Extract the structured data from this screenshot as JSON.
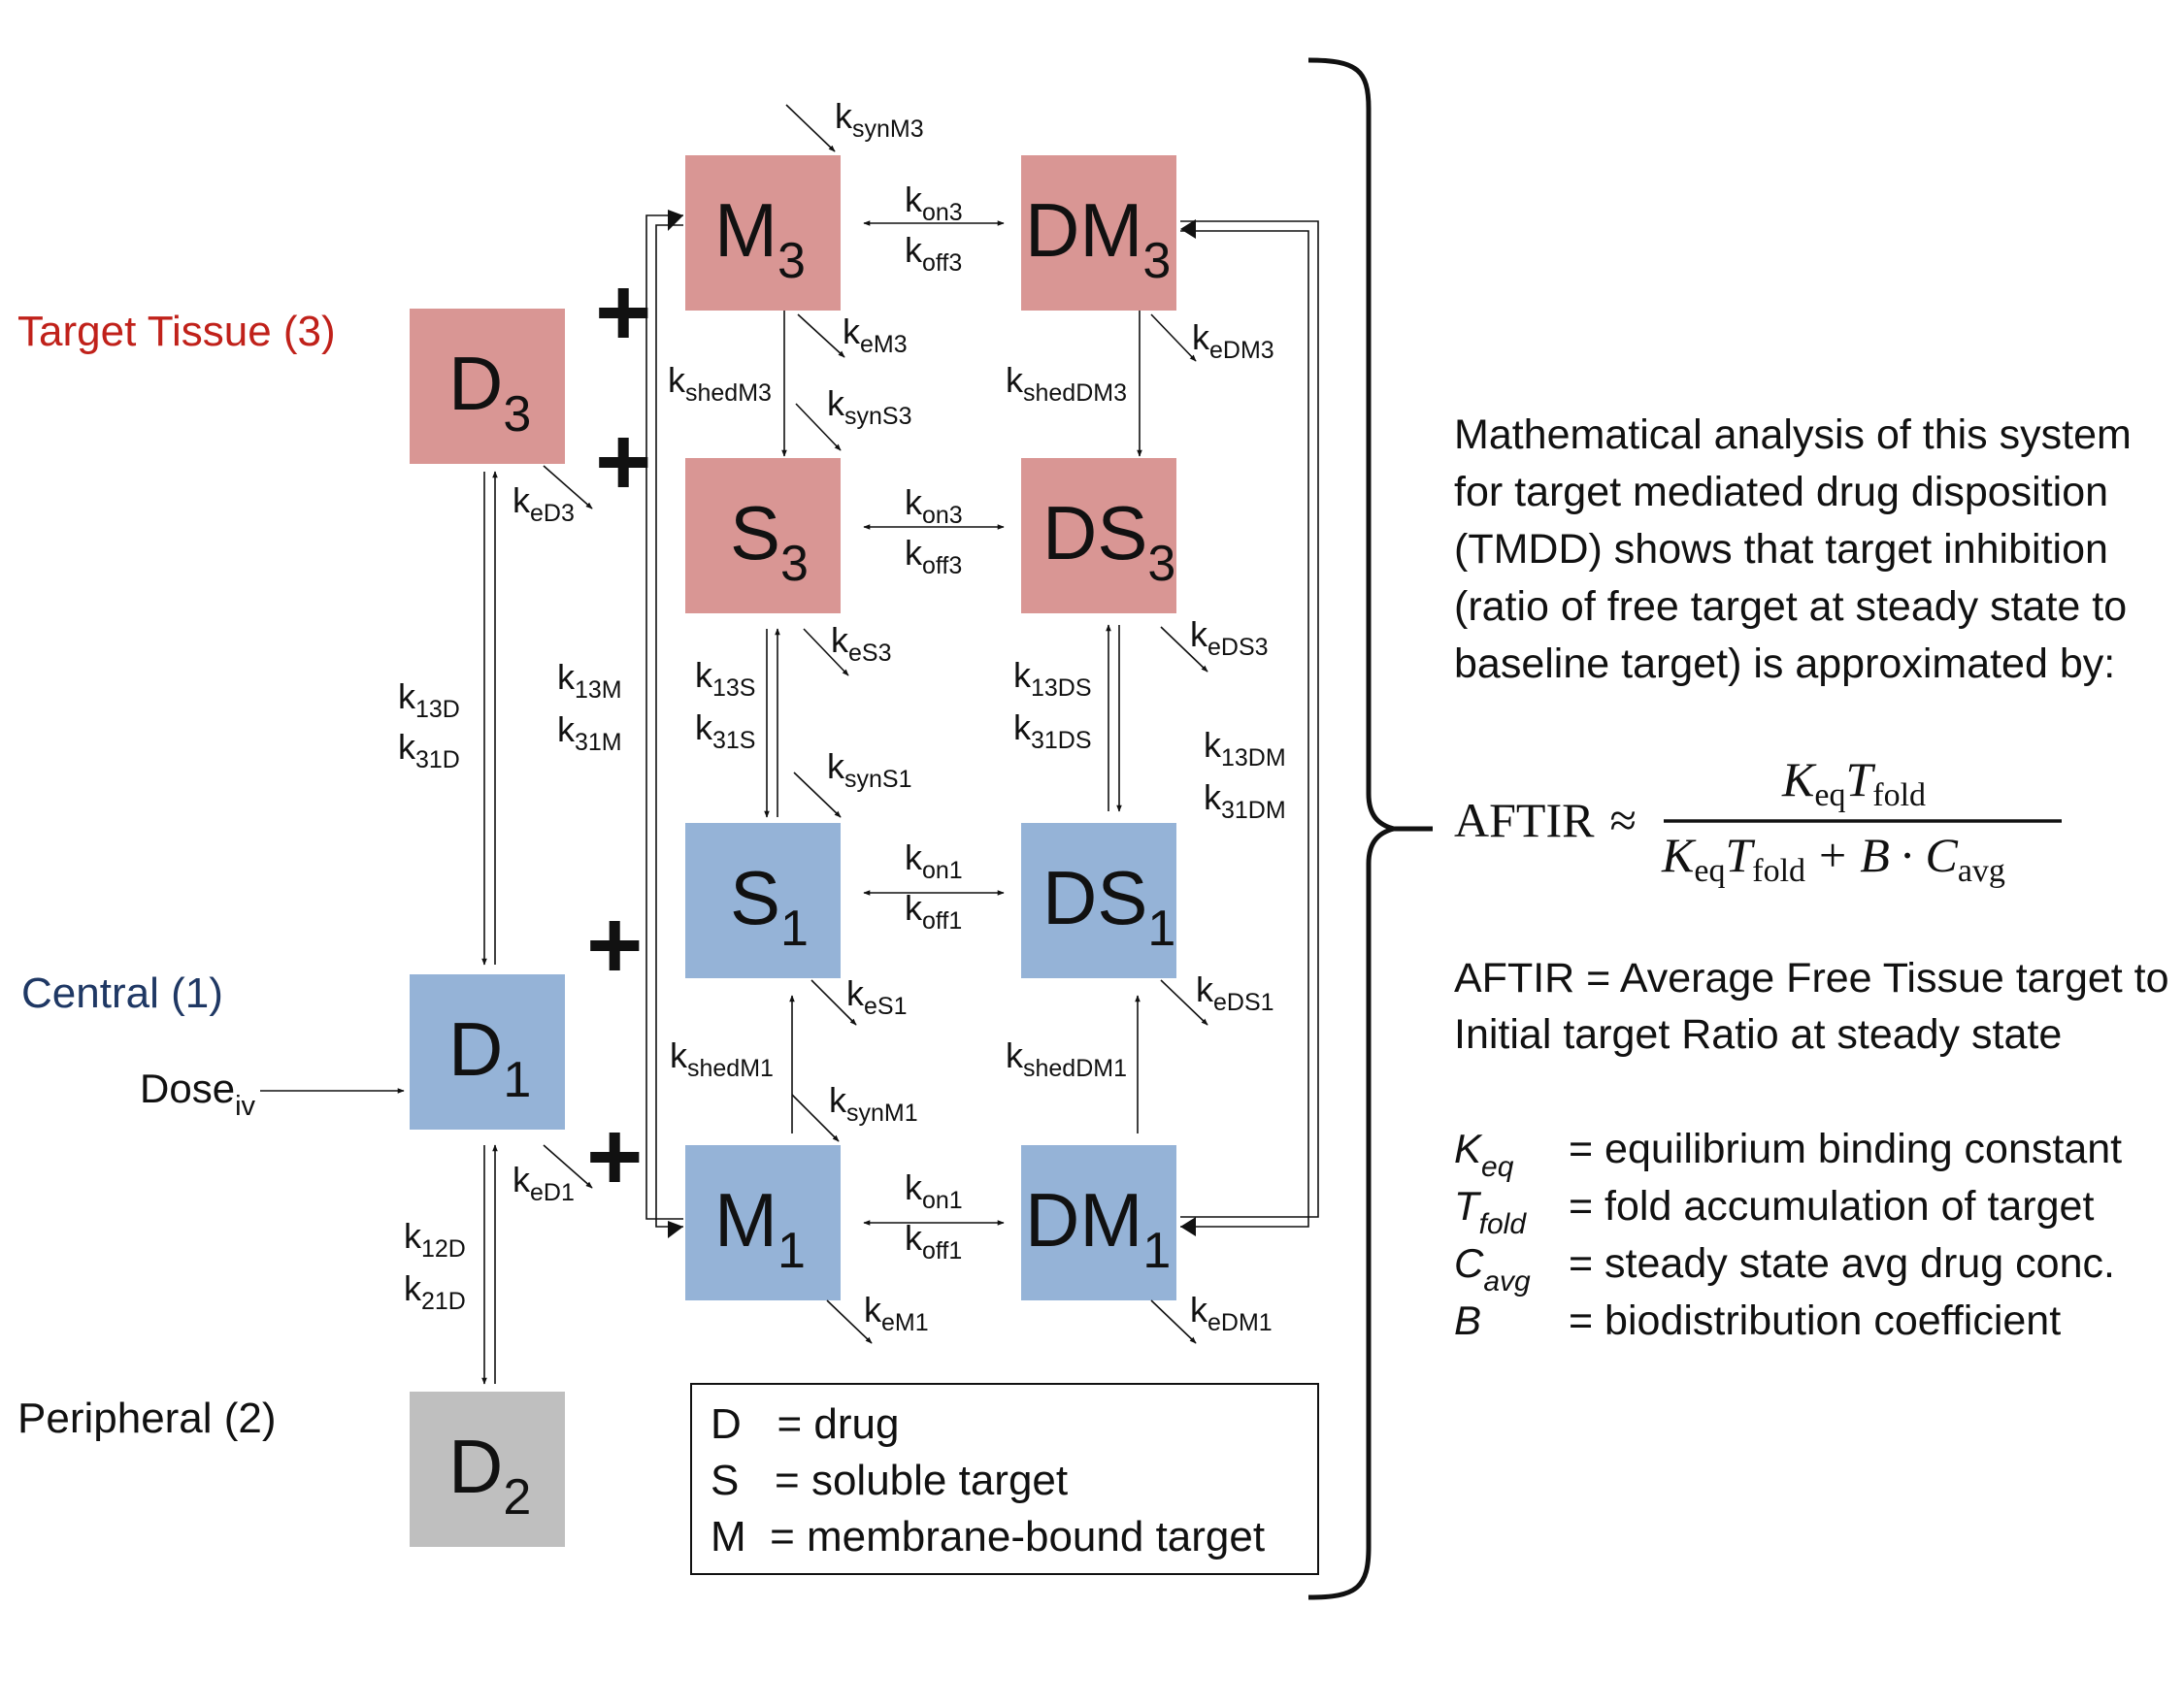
{
  "colors": {
    "tissue": "#d99694",
    "central": "#95b3d7",
    "peripheral": "#bfbfbf",
    "tissue_label": "#c0211a",
    "central_label": "#1f3864"
  },
  "regions": {
    "target_tissue": "Target Tissue (3)",
    "central": "Central (1)",
    "peripheral": "Peripheral (2)"
  },
  "dose": {
    "main": "Dose",
    "sub": "iv"
  },
  "plus_sign": "+",
  "boxes": {
    "D3": {
      "main": "D",
      "sub": "3"
    },
    "D1": {
      "main": "D",
      "sub": "1"
    },
    "D2": {
      "main": "D",
      "sub": "2"
    },
    "M3": {
      "main": "M",
      "sub": "3"
    },
    "DM3": {
      "main": "DM",
      "sub": "3"
    },
    "S3": {
      "main": "S",
      "sub": "3"
    },
    "DS3": {
      "main": "DS",
      "sub": "3"
    },
    "S1": {
      "main": "S",
      "sub": "1"
    },
    "DS1": {
      "main": "DS",
      "sub": "1"
    },
    "M1": {
      "main": "M",
      "sub": "1"
    },
    "DM1": {
      "main": "DM",
      "sub": "1"
    }
  },
  "rates": {
    "ksynM3": {
      "main": "k",
      "sub": "synM3"
    },
    "kon3_m": {
      "main": "k",
      "sub": "on3"
    },
    "koff3_m": {
      "main": "k",
      "sub": "off3"
    },
    "keM3": {
      "main": "k",
      "sub": "eM3"
    },
    "keDM3": {
      "main": "k",
      "sub": "eDM3"
    },
    "kshedM3": {
      "main": "k",
      "sub": "shedM3"
    },
    "ksynS3": {
      "main": "k",
      "sub": "synS3"
    },
    "kshedDM3": {
      "main": "k",
      "sub": "shedDM3"
    },
    "keD3": {
      "main": "k",
      "sub": "eD3"
    },
    "kon3_s": {
      "main": "k",
      "sub": "on3"
    },
    "koff3_s": {
      "main": "k",
      "sub": "off3"
    },
    "keS3": {
      "main": "k",
      "sub": "eS3"
    },
    "keDS3": {
      "main": "k",
      "sub": "eDS3"
    },
    "k13D": {
      "main": "k",
      "sub": "13D"
    },
    "k31D": {
      "main": "k",
      "sub": "31D"
    },
    "k13M": {
      "main": "k",
      "sub": "13M"
    },
    "k31M": {
      "main": "k",
      "sub": "31M"
    },
    "k13S": {
      "main": "k",
      "sub": "13S"
    },
    "k31S": {
      "main": "k",
      "sub": "31S"
    },
    "k13DS": {
      "main": "k",
      "sub": "13DS"
    },
    "k31DS": {
      "main": "k",
      "sub": "31DS"
    },
    "k13DM": {
      "main": "k",
      "sub": "13DM"
    },
    "k31DM": {
      "main": "k",
      "sub": "31DM"
    },
    "ksynS1": {
      "main": "k",
      "sub": "synS1"
    },
    "kon1_s": {
      "main": "k",
      "sub": "on1"
    },
    "koff1_s": {
      "main": "k",
      "sub": "off1"
    },
    "keS1": {
      "main": "k",
      "sub": "eS1"
    },
    "keDS1": {
      "main": "k",
      "sub": "eDS1"
    },
    "kshedM1": {
      "main": "k",
      "sub": "shedM1"
    },
    "ksynM1": {
      "main": "k",
      "sub": "synM1"
    },
    "kshedDM1": {
      "main": "k",
      "sub": "shedDM1"
    },
    "keD1": {
      "main": "k",
      "sub": "eD1"
    },
    "kon1_m": {
      "main": "k",
      "sub": "on1"
    },
    "koff1_m": {
      "main": "k",
      "sub": "off1"
    },
    "keM1": {
      "main": "k",
      "sub": "eM1"
    },
    "keDM1": {
      "main": "k",
      "sub": "eDM1"
    },
    "k12D": {
      "main": "k",
      "sub": "12D"
    },
    "k21D": {
      "main": "k",
      "sub": "21D"
    }
  },
  "legend": {
    "line1": "D   = drug",
    "line2": "S   = soluble target",
    "line3": "M  = membrane-bound target"
  },
  "analysis": {
    "lines": [
      "Mathematical analysis of this system",
      "for target mediated drug disposition",
      "(TMDD) shows that target inhibition",
      "(ratio of free target at steady state to",
      "baseline target) is approximated by:"
    ]
  },
  "formula": {
    "lhs": "AFTIR",
    "approx": "≈",
    "K": "K",
    "eq": "eq",
    "T": "T",
    "fold": "fold",
    "plus": "+",
    "B": "B",
    "dot": "·",
    "C": "C",
    "avg": "avg"
  },
  "aftir_def": {
    "line1": "AFTIR = Average Free Tissue target to",
    "line2": "Initial target Ratio at steady state"
  },
  "definitions": [
    {
      "sym": "K",
      "sub": "eq",
      "text": "= equilibrium binding constant"
    },
    {
      "sym": "T",
      "sub": "fold",
      "text": "= fold accumulation of target"
    },
    {
      "sym": "C",
      "sub": "avg",
      "text": "= steady state avg drug conc."
    },
    {
      "sym": "B",
      "sub": "",
      "text": "= biodistribution coefficient"
    }
  ]
}
